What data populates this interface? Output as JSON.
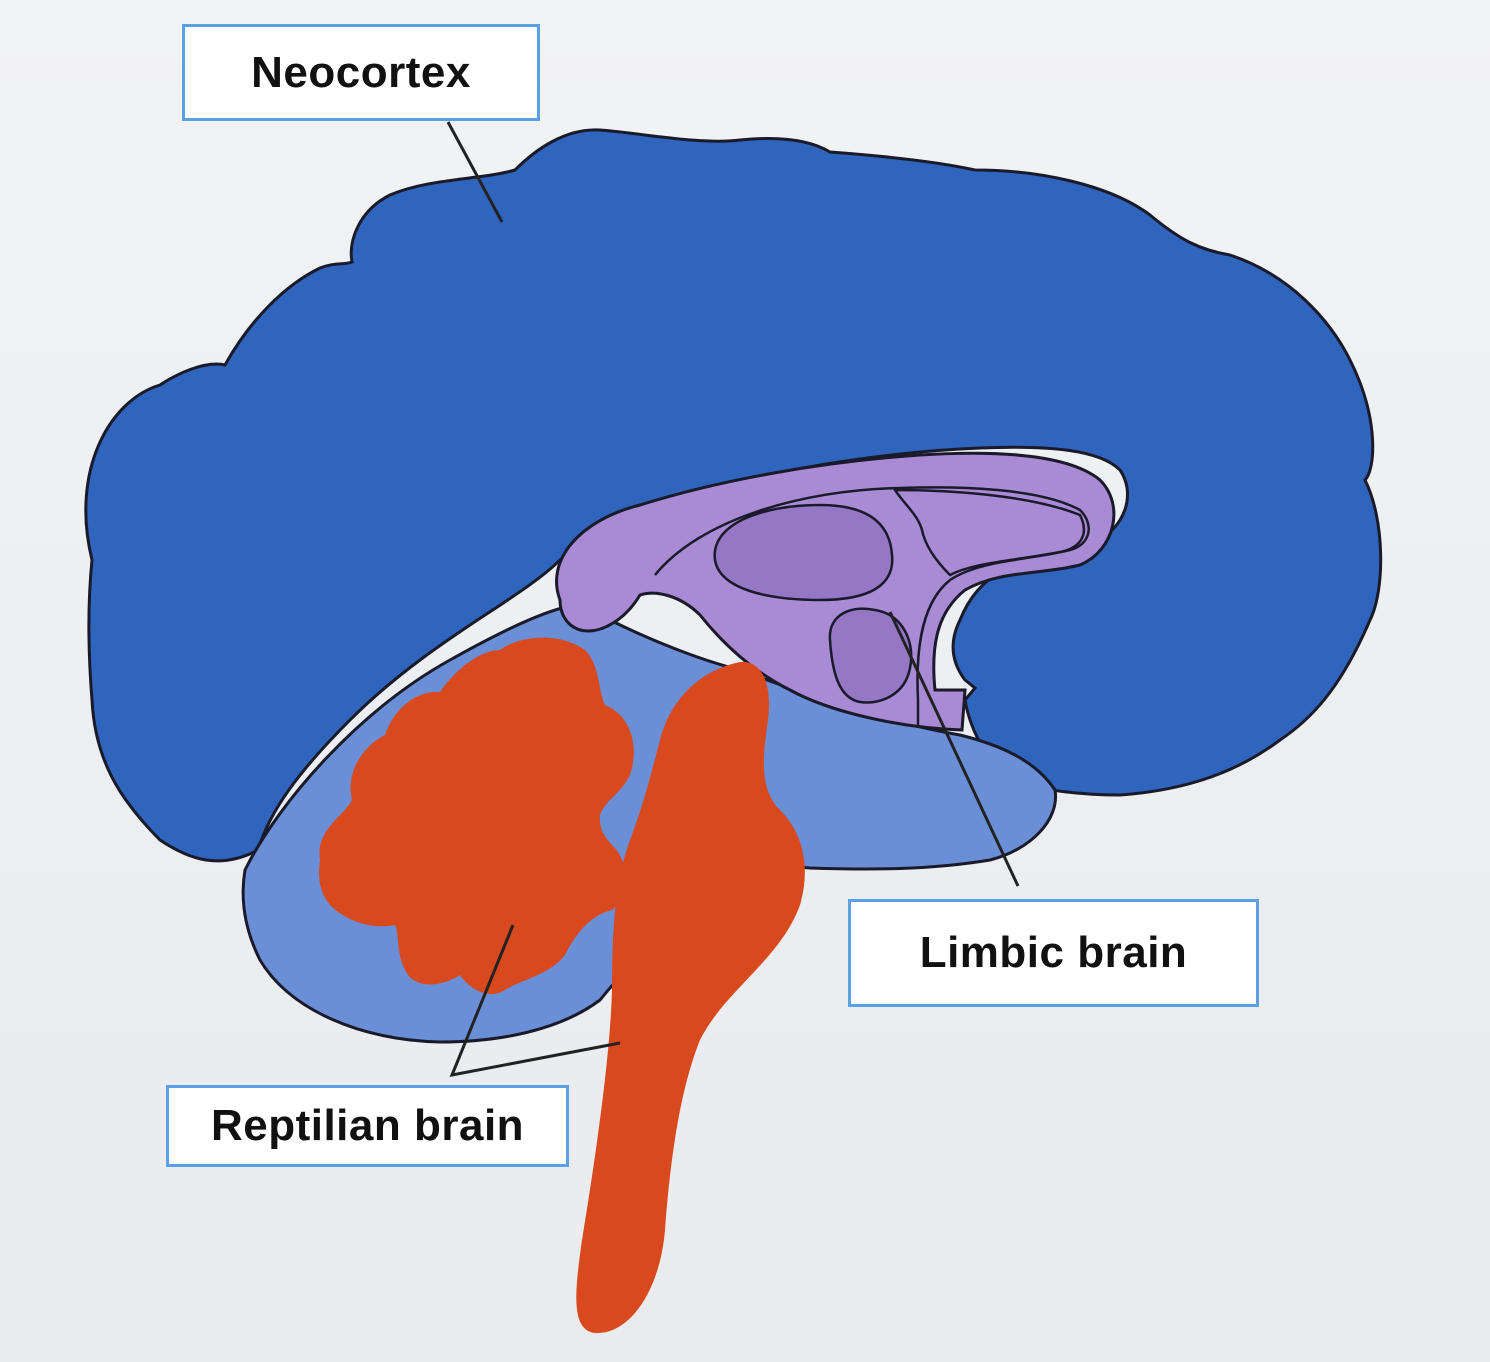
{
  "labels": {
    "neocortex": "Neocortex",
    "limbic": "Limbic brain",
    "reptilian": "Reptilian brain"
  },
  "colors": {
    "background": "#eef0f3",
    "neocortex": "#2f65bd",
    "inner_region": "#6b8fd6",
    "limbic": "#a98bd5",
    "limbic_inner": "#9577c6",
    "reptilian": "#d9491e",
    "outline": "#1a1a2a",
    "label_border": "#5aa0e6"
  }
}
